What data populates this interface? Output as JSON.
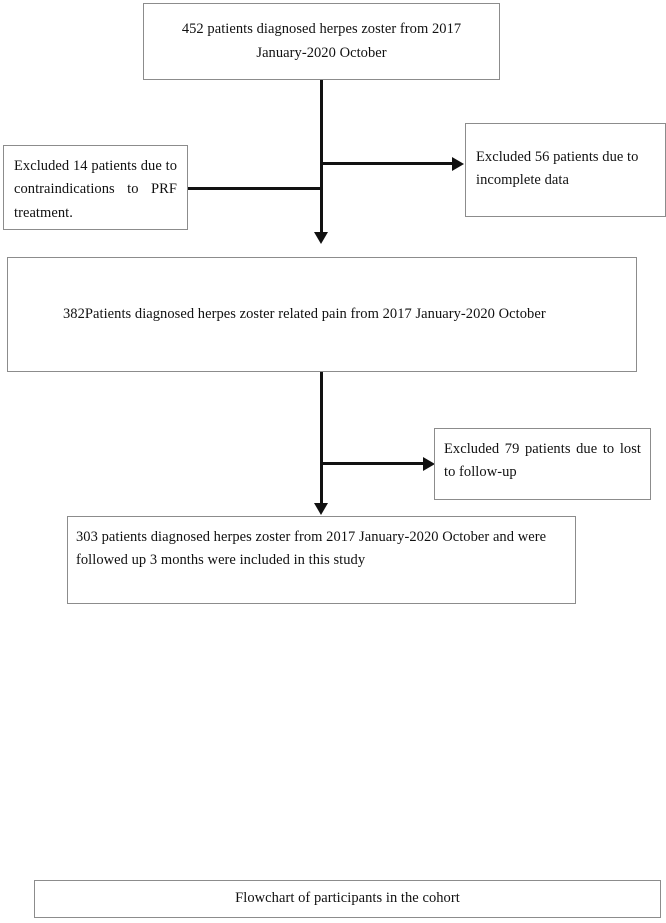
{
  "figure": {
    "type": "flowchart",
    "caption": "Flowchart of participants in the cohort"
  },
  "nodes": {
    "top": {
      "label": "452 patients diagnosed herpes zoster from 2017 January-2020 October",
      "count": 452
    },
    "excluded_contraindications": {
      "label": "Excluded 14 patients due to contraindications to PRF treatment.",
      "count": 14
    },
    "excluded_incomplete": {
      "label": "Excluded 56 patients due to incomplete data",
      "count": 56
    },
    "middle": {
      "label": "382Patients diagnosed herpes zoster related pain from 2017 January-2020 October",
      "count": 382
    },
    "excluded_lost": {
      "label": "Excluded 79 patients due to lost to follow-up",
      "count": 79
    },
    "final": {
      "label": "303 patients diagnosed herpes zoster from 2017 January-2020 October and were followed up 3 months were included in this study",
      "count": 303
    }
  },
  "colors": {
    "box_border": "#8c8c8c",
    "connector": "#111111",
    "text": "#111111",
    "background": "#ffffff"
  }
}
